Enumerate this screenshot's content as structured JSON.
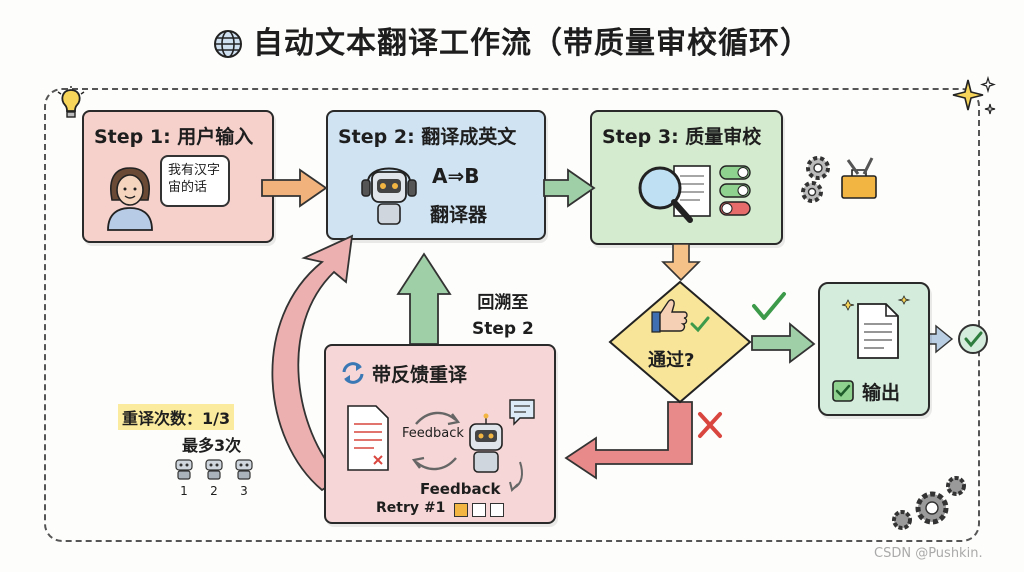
{
  "title": "自动文本翻译工作流（带质量审校循环）",
  "step1": {
    "title": "Step 1: 用户输入",
    "speech_line1": "我有汉字",
    "speech_line2": "宙的话"
  },
  "step2": {
    "title": "Step 2: 翻译成英文",
    "direction_label": "A⇒B",
    "translator_label": "翻译器"
  },
  "step3": {
    "title": "Step 3: 质量审校"
  },
  "decision": {
    "label": "通过?"
  },
  "backtrack": {
    "line1": "回溯至",
    "line2": "Step 2"
  },
  "retry": {
    "title": "带反馈重译",
    "feedback_top": "Feedback",
    "feedback_bottom": "Feedback",
    "retry_label": "Retry #1"
  },
  "retry_counter": {
    "count_label": "重译次数：1/3",
    "max_label": "最多3次",
    "bots": [
      "1",
      "2",
      "3"
    ]
  },
  "output": {
    "label": "输出"
  },
  "watermark": "CSDN @Pushkin.",
  "colors": {
    "step1": "#f6d1cc",
    "step2": "#cfe3f3",
    "step3": "#d5ebcf",
    "decision": "#f8e59a",
    "retry": "#f6d6d6",
    "output": "#d4ecdc",
    "arrow_orange": "#f1b27c",
    "arrow_green": "#9fcfa6",
    "arrow_red": "#e88a8a"
  }
}
